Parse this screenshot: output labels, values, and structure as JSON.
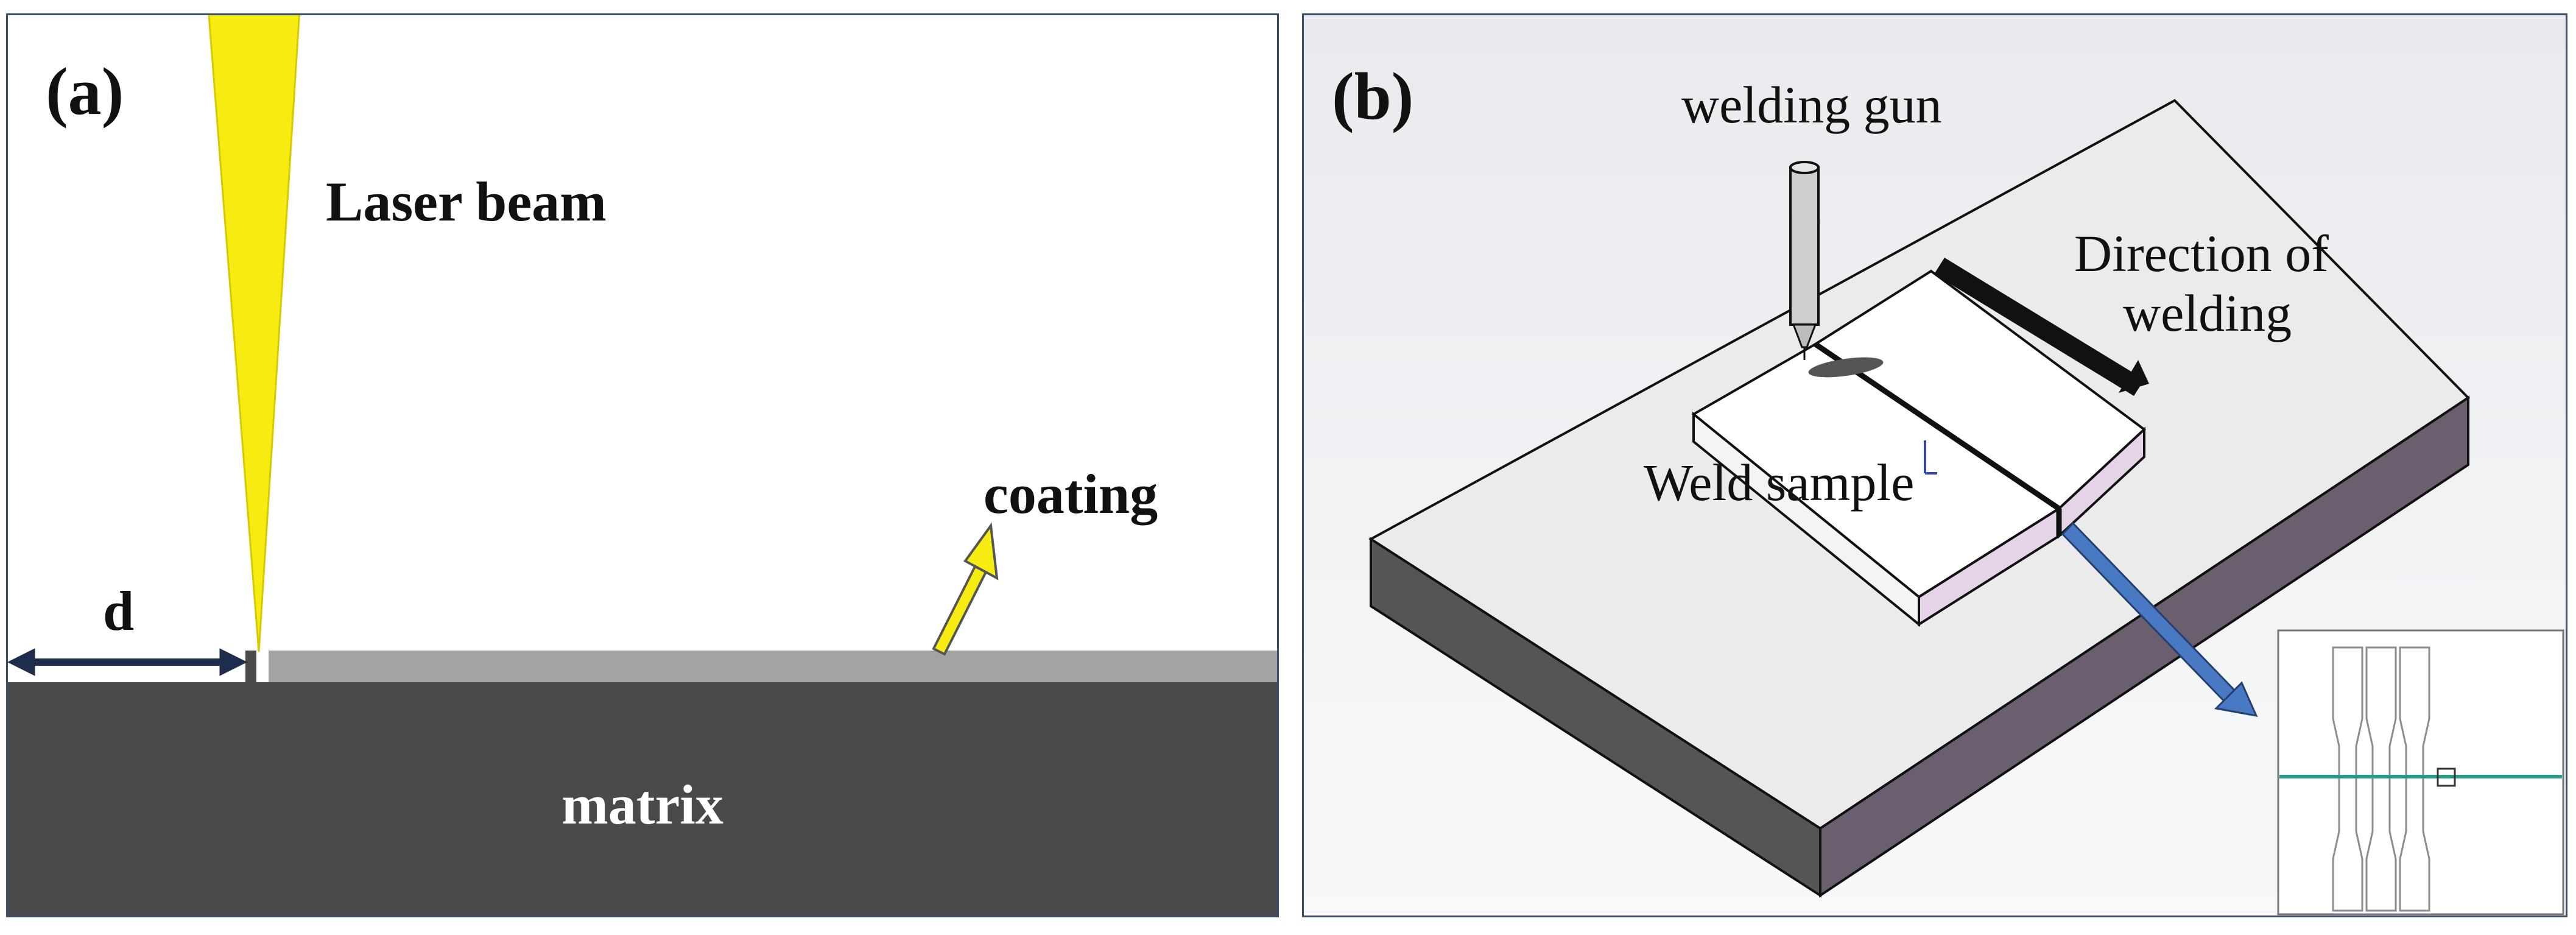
{
  "panel_a": {
    "label": "(a)",
    "laser_beam_label": "Laser beam",
    "coating_label": "coating",
    "matrix_label": "matrix",
    "distance_label": "d"
  },
  "panel_b": {
    "label": "(b)",
    "welding_gun_label": "welding gun",
    "direction_label_line1": "Direction of",
    "direction_label_line2": "welding",
    "weld_sample_label": "Weld sample"
  },
  "colors": {
    "laser": "#f6ec12",
    "matrix": "#4a4a4a",
    "coating": "#a3a3a3",
    "arrow_blue": "#4a79c4",
    "weld_line": "#2a9a88"
  }
}
